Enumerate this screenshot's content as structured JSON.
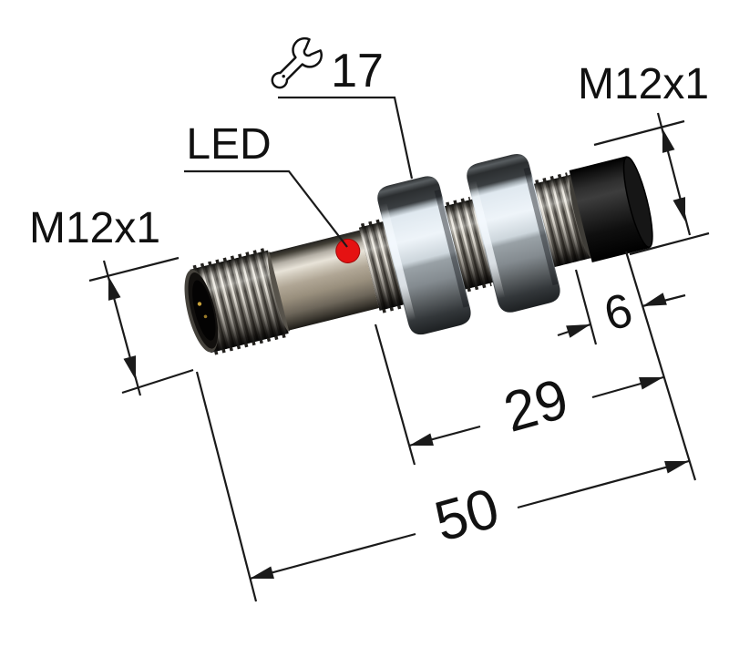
{
  "drawing": {
    "subject": "M12 cylindrical threaded proximity sensor with connector - dimensional drawing",
    "background": "#ffffff",
    "line_color": "#1a1a1a",
    "labels": {
      "front_thread": "M12x1",
      "connector_thread": "M12x1",
      "led": "LED",
      "wrench_flats": "17"
    },
    "dimensions": {
      "rear_thread_exposed": "6",
      "thread_length": "29",
      "total_length": "50"
    },
    "icons": {
      "wrench": "wrench-icon"
    },
    "colors": {
      "led_red": "#e51212",
      "metal_light": "#e8e3d8",
      "metal_dark": "#23211e",
      "nut_face_highlight": "#eef4f9",
      "housing_black": "#111111"
    }
  }
}
